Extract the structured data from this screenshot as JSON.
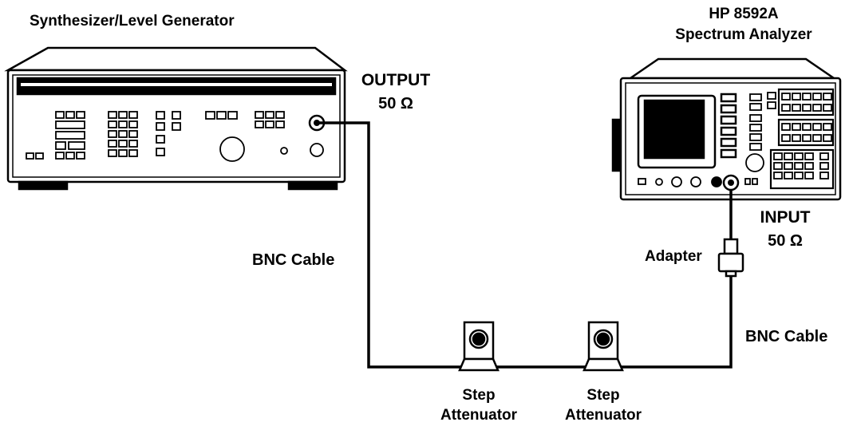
{
  "generator": {
    "title": "Synthesizer/Level Generator",
    "port_name": "OUTPUT",
    "port_impedance": "50 Ω"
  },
  "analyzer": {
    "model": "HP 8592A",
    "name": "Spectrum Analyzer",
    "port_name": "INPUT",
    "port_impedance": "50 Ω"
  },
  "cables": {
    "left_label": "BNC Cable",
    "right_label": "BNC Cable"
  },
  "adapter_label": "Adapter",
  "attenuators": [
    {
      "line1": "Step",
      "line2": "Attenuator"
    },
    {
      "line1": "Step",
      "line2": "Attenuator"
    }
  ]
}
